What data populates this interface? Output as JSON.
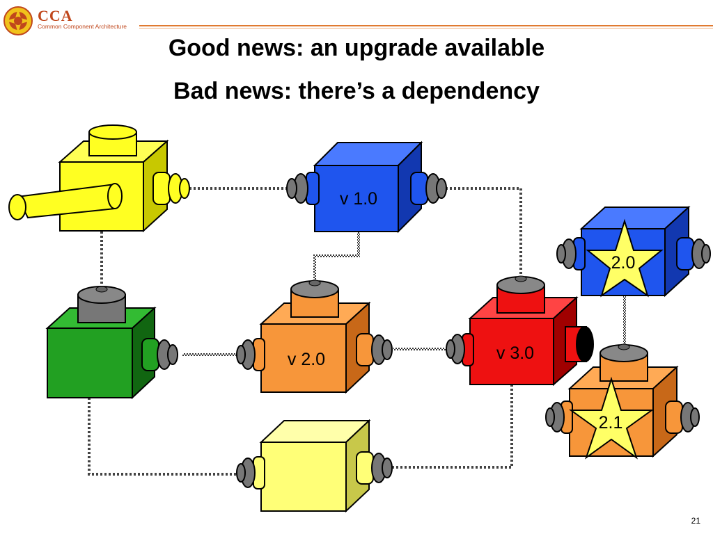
{
  "header": {
    "brand_name": "CCA",
    "brand_subtitle": "Common Component Architecture"
  },
  "slide": {
    "title": "Good news: an upgrade available",
    "subtitle": "Bad news: there’s a dependency",
    "page_number": "21"
  },
  "components": [
    {
      "label": "v 1.0",
      "color": "#1f55ee"
    },
    {
      "label": "v 2.0",
      "color": "#f7963a"
    },
    {
      "label": "v 3.0",
      "color": "#ee1111"
    },
    {
      "label": "2.0",
      "color": "#1f55ee"
    },
    {
      "label": "2.1",
      "color": "#f7963a"
    },
    {
      "label": "",
      "color": "#ffff22"
    },
    {
      "label": "",
      "color": "#22a022"
    },
    {
      "label": "",
      "color": "#ffff77"
    }
  ],
  "colors": {
    "accent": "#c0471c",
    "star": "#ffff66",
    "port": "#777777"
  }
}
